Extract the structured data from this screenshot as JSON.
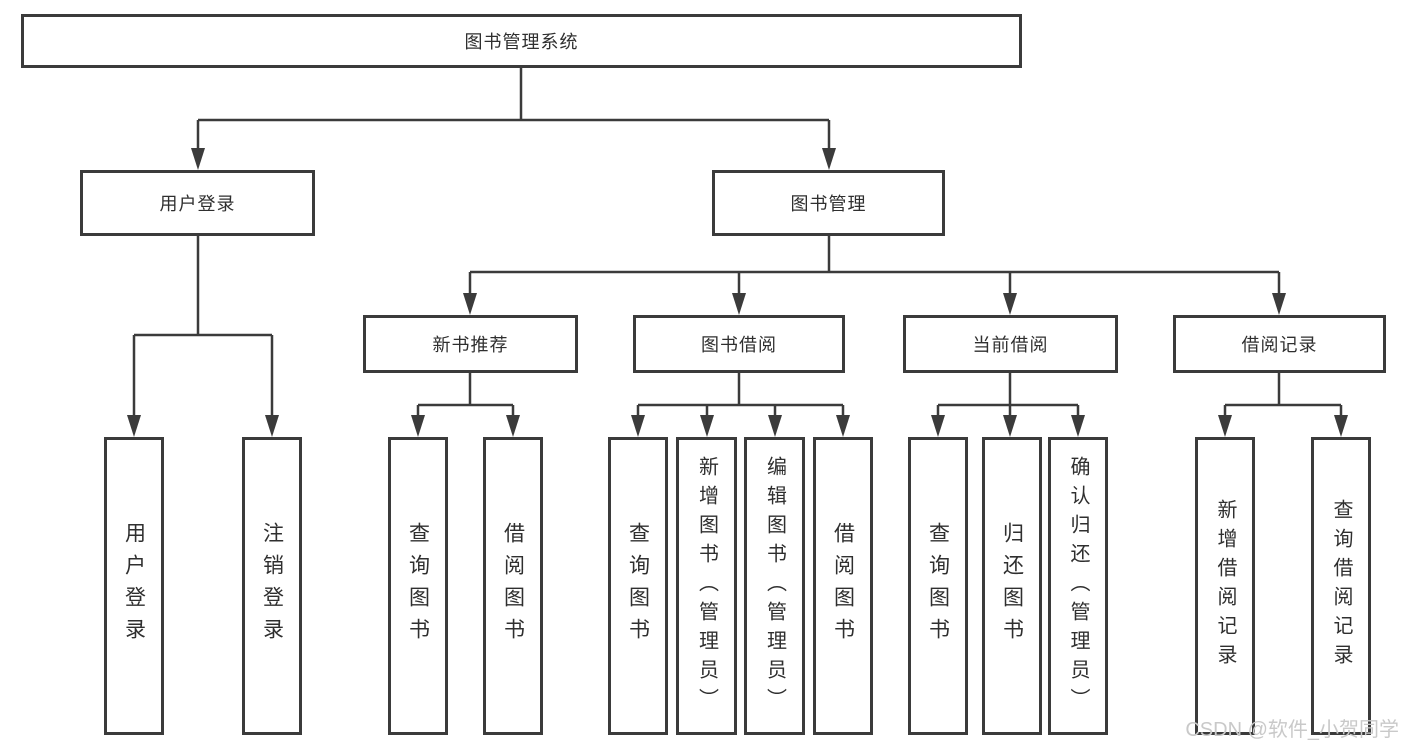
{
  "colors": {
    "line": "#3b3b3b",
    "box_border": "#3b3b3b",
    "text": "#2f2f2f",
    "watermark": "#c9c9c9",
    "background": "#ffffff"
  },
  "watermark": "CSDN @软件_小贺同学",
  "tree": {
    "root": "图书管理系统",
    "user_login": {
      "label": "用户登录",
      "children": [
        "用户登录",
        "注销登录"
      ]
    },
    "book_management": {
      "label": "图书管理",
      "sections": {
        "new_book_recommend": {
          "label": "新书推荐",
          "children": [
            "查询图书",
            "借阅图书"
          ]
        },
        "book_borrowing": {
          "label": "图书借阅",
          "children": [
            "查询图书",
            "新增图书（管理员）",
            "编辑图书（管理员）",
            "借阅图书"
          ]
        },
        "current_borrowing": {
          "label": "当前借阅",
          "children": [
            "查询图书",
            "归还图书",
            "确认归还（管理员）"
          ]
        },
        "borrowing_records": {
          "label": "借阅记录",
          "children": [
            "新增借阅记录",
            "查询借阅记录"
          ]
        }
      }
    }
  }
}
